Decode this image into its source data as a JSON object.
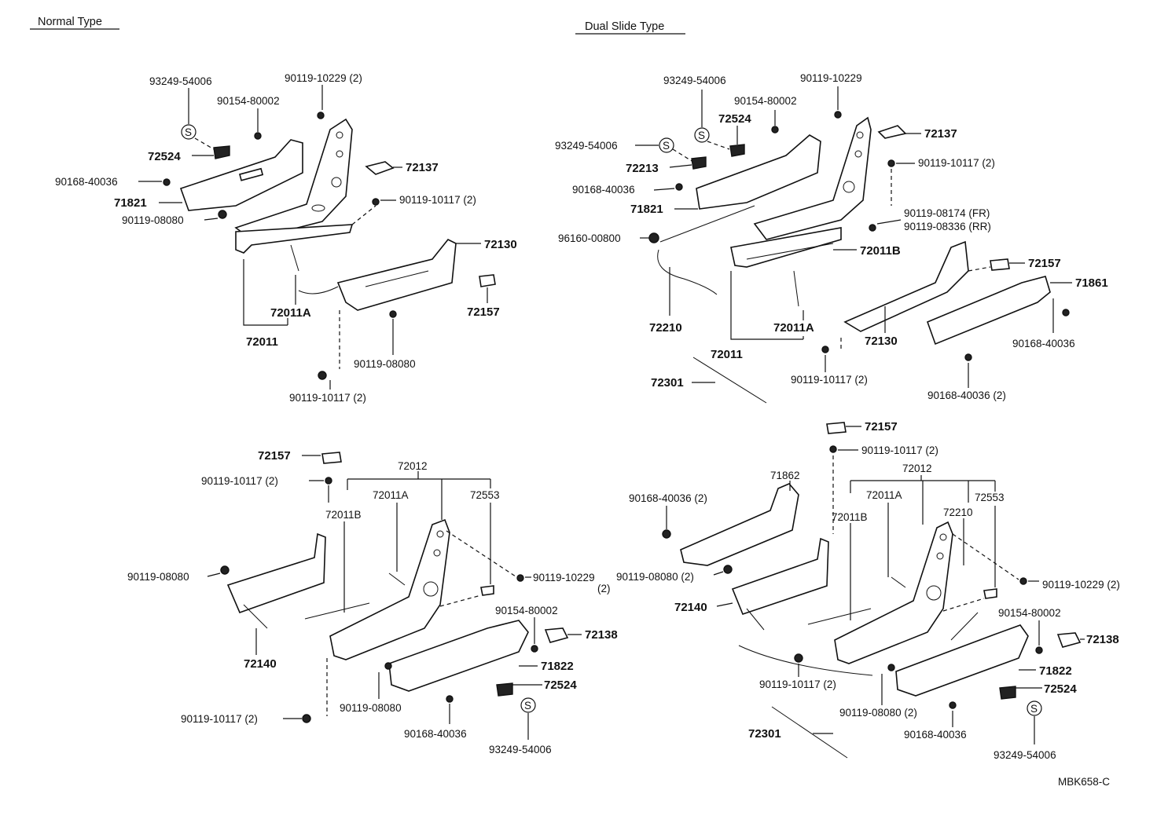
{
  "titles": {
    "normal": "Normal Type",
    "dual": "Dual Slide Type",
    "code": "MBK658-C"
  },
  "labels": {
    "nt_93249": "93249-54006",
    "nt_90119_10229": "90119-10229 (2)",
    "nt_90154": "90154-80002",
    "nt_72524": "72524",
    "nt_72137": "72137",
    "nt_90168": "90168-40036",
    "nt_71821": "71821",
    "nt_90119_10117a": "90119-10117 (2)",
    "nt_90119_08080a": "90119-08080",
    "nt_72130": "72130",
    "nt_72157": "72157",
    "nt_72011A": "72011A",
    "nt_72011": "72011",
    "nt_90119_08080b": "90119-08080",
    "nt_90119_10117b": "90119-10117 (2)",
    "ds_93249a": "93249-54006",
    "ds_90119_10229": "90119-10229",
    "ds_90154": "90154-80002",
    "ds_72524": "72524",
    "ds_72137": "72137",
    "ds_93249b": "93249-54006",
    "ds_72213": "72213",
    "ds_90119_10117a": "90119-10117 (2)",
    "ds_90168a": "90168-40036",
    "ds_71821": "71821",
    "ds_90119_08174": "90119-08174 (FR)",
    "ds_90119_08336": "90119-08336 (RR)",
    "ds_96160": "96160-00800",
    "ds_72011B": "72011B",
    "ds_72157": "72157",
    "ds_71861": "71861",
    "ds_72210": "72210",
    "ds_72011A": "72011A",
    "ds_72130": "72130",
    "ds_72011": "72011",
    "ds_90168b": "90168-40036",
    "ds_90119_10117b": "90119-10117 (2)",
    "ds_72301": "72301",
    "ds_90168c": "90168-40036 (2)",
    "bl_72157": "72157",
    "bl_72012": "72012",
    "bl_90119_10117a": "90119-10117 (2)",
    "bl_72011A": "72011A",
    "bl_72553": "72553",
    "bl_72011B": "72011B",
    "bl_90119_08080a": "90119-08080",
    "bl_90119_10229": "90119-10229",
    "bl_90119_10229_qty": "(2)",
    "bl_90154": "90154-80002",
    "bl_72138": "72138",
    "bl_72140": "72140",
    "bl_71822": "71822",
    "bl_72524": "72524",
    "bl_90119_10117b": "90119-10117 (2)",
    "bl_90119_08080b": "90119-08080",
    "bl_90168": "90168-40036",
    "bl_93249": "93249-54006",
    "br_72157": "72157",
    "br_90119_10117a": "90119-10117 (2)",
    "br_71862": "71862",
    "br_72012": "72012",
    "br_90168a": "90168-40036 (2)",
    "br_72011A": "72011A",
    "br_72553": "72553",
    "br_72011B": "72011B",
    "br_72210": "72210",
    "br_90119_08080a": "90119-08080 (2)",
    "br_90119_10229": "90119-10229 (2)",
    "br_72140": "72140",
    "br_90154": "90154-80002",
    "br_72138": "72138",
    "br_71822": "71822",
    "br_90119_10117b": "90119-10117 (2)",
    "br_72524": "72524",
    "br_90119_08080b": "90119-08080 (2)",
    "br_90168b": "90168-40036",
    "br_72301": "72301",
    "br_93249": "93249-54006"
  },
  "symbols": {
    "s_mark": "S"
  }
}
